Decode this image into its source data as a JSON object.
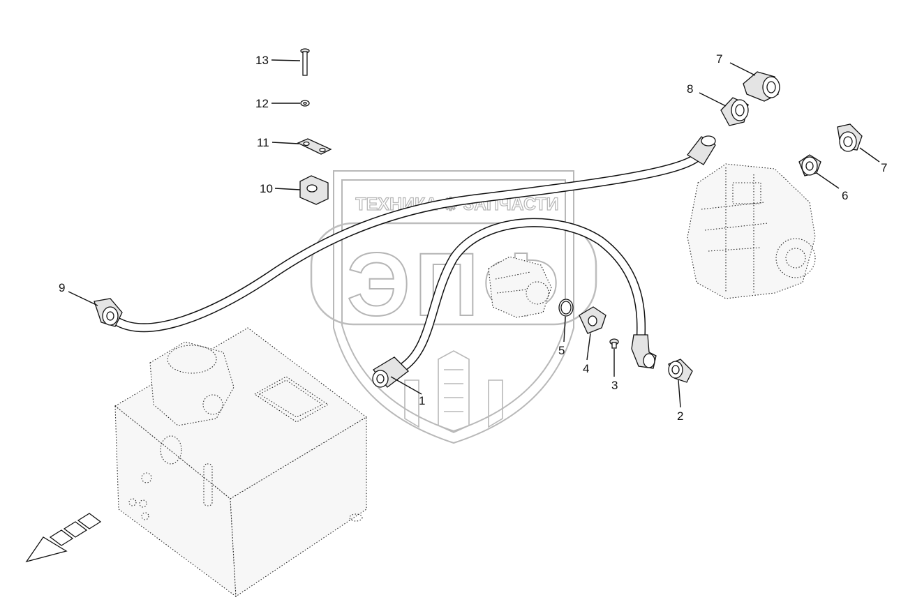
{
  "watermark": {
    "brand_line": "ТЕХНИКА ⚙ ЗАПЧАСТИ",
    "logo": "ЭПФ"
  },
  "callouts": {
    "c1": "1",
    "c2": "2",
    "c3": "3",
    "c4": "4",
    "c5": "5",
    "c6": "6",
    "c7a": "7",
    "c7b": "7",
    "c8": "8",
    "c9": "9",
    "c10": "10",
    "c11": "11",
    "c12": "12",
    "c13": "13"
  }
}
